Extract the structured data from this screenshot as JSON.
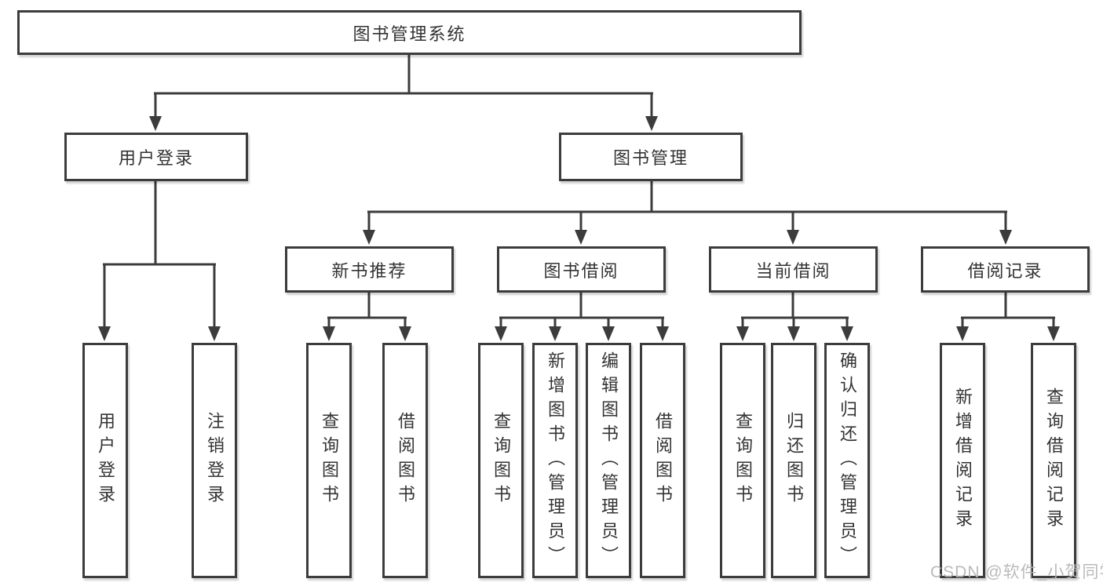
{
  "diagram": {
    "kind": "functional-structure-tree",
    "watermark": "CSDN @软件_小贺同学",
    "colors": {
      "line": "#3c3c3c",
      "box_border": "#3c3c3c",
      "text": "#333333",
      "background": "#ffffff",
      "watermark_text": "#b5b5b5"
    },
    "tree": {
      "root": {
        "label": "图书管理系统"
      },
      "level1": [
        {
          "label": "用户登录",
          "children": [
            {
              "label": "用户登录"
            },
            {
              "label": "注销登录"
            }
          ]
        },
        {
          "label": "图书管理",
          "children": [
            {
              "label": "新书推荐",
              "children": [
                {
                  "label": "查询图书"
                },
                {
                  "label": "借阅图书"
                }
              ]
            },
            {
              "label": "图书借阅",
              "children": [
                {
                  "label": "查询图书"
                },
                {
                  "label": "新增图书（管理员）"
                },
                {
                  "label": "编辑图书（管理员）"
                },
                {
                  "label": "借阅图书"
                }
              ]
            },
            {
              "label": "当前借阅",
              "children": [
                {
                  "label": "查询图书"
                },
                {
                  "label": "归还图书"
                },
                {
                  "label": "确认归还（管理员）"
                }
              ]
            },
            {
              "label": "借阅记录",
              "children": [
                {
                  "label": "新增借阅记录"
                },
                {
                  "label": "查询借阅记录"
                }
              ]
            }
          ]
        }
      ]
    }
  }
}
